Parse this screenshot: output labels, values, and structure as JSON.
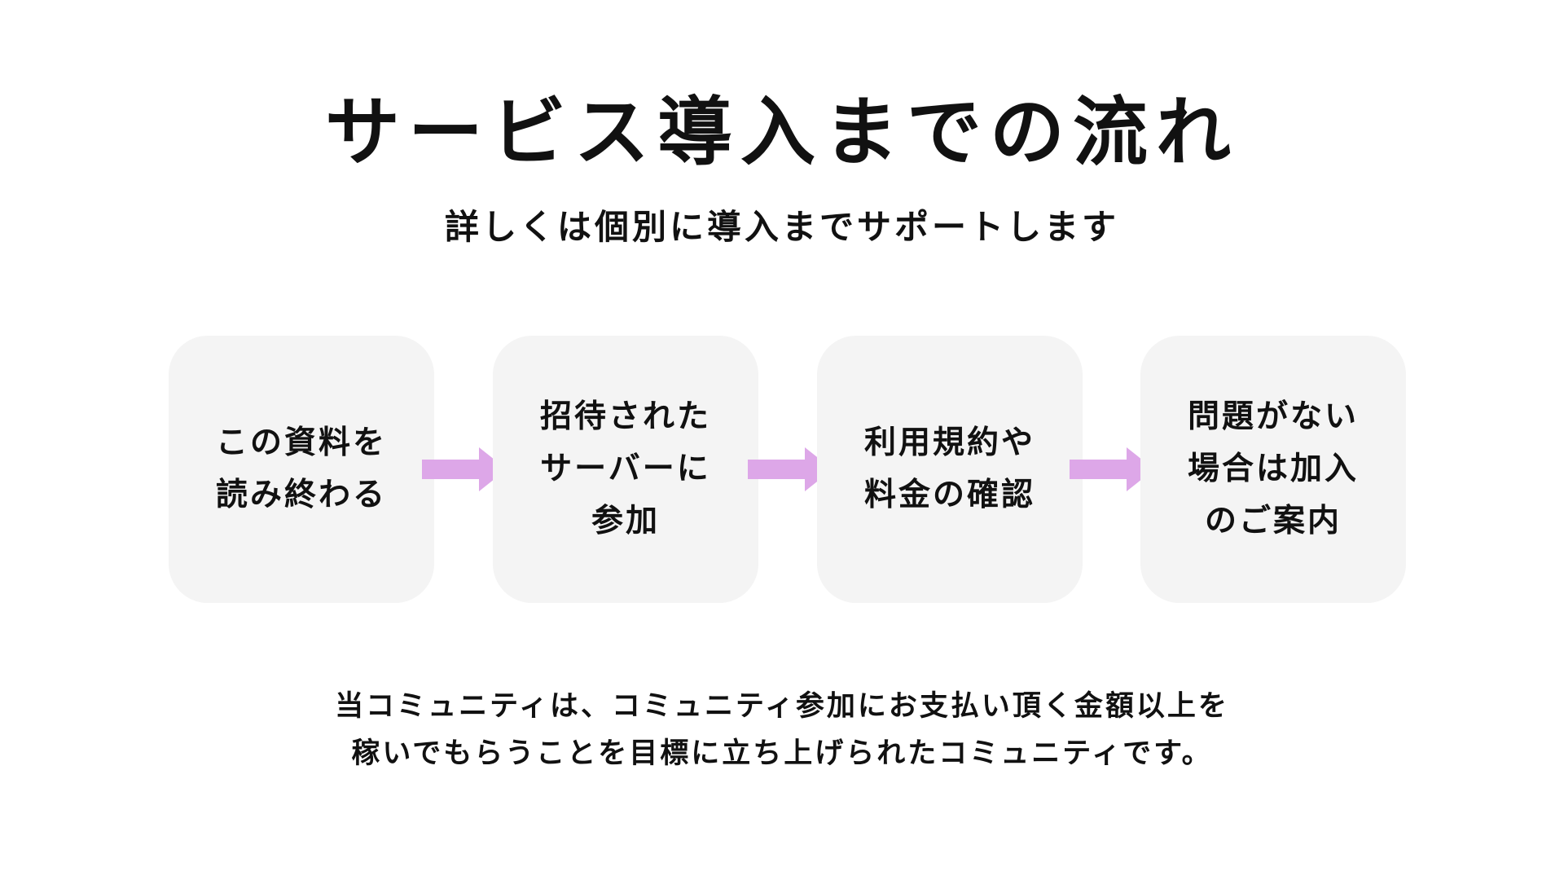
{
  "title": "サービス導入までの流れ",
  "subtitle": "詳しくは個別に導入までサポートします",
  "colors": {
    "arrow": "#dda7e8",
    "card": "#f4f4f4",
    "text": "#111111"
  },
  "steps": [
    {
      "label": "この資料を\n読み終わる"
    },
    {
      "label": "招待された\nサーバーに\n参加"
    },
    {
      "label": "利用規約や\n料金の確認"
    },
    {
      "label": "問題がない\n場合は加入\nのご案内"
    }
  ],
  "description": {
    "line1": "当コミュニティは、コミュニティ参加にお支払い頂く金額以上を",
    "line2": "稼いでもらうことを目標に立ち上げられたコミュニティです。"
  }
}
